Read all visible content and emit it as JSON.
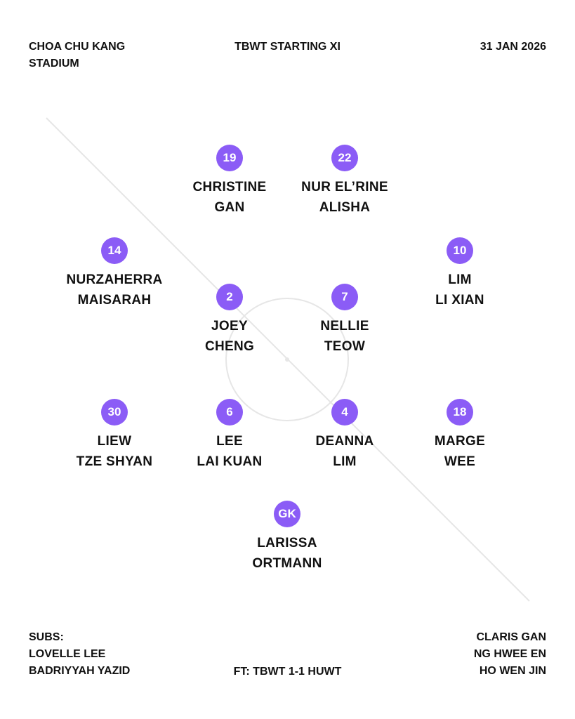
{
  "header": {
    "venue_line1": "CHOA CHU KANG",
    "venue_line2": "STADIUM",
    "title": "TBWT STARTING XI",
    "date": "31 JAN 2026"
  },
  "players": [
    {
      "number": "19",
      "first": "CHRISTINE",
      "last": "GAN"
    },
    {
      "number": "22",
      "first": "NUR EL’RINE",
      "last": "ALISHA"
    },
    {
      "number": "14",
      "first": "NURZAHERRA",
      "last": "MAISARAH"
    },
    {
      "number": "10",
      "first": "LIM",
      "last": "LI XIAN"
    },
    {
      "number": "2",
      "first": "JOEY",
      "last": "CHENG"
    },
    {
      "number": "7",
      "first": "NELLIE",
      "last": "TEOW"
    },
    {
      "number": "30",
      "first": "LIEW",
      "last": "TZE SHYAN"
    },
    {
      "number": "6",
      "first": "LEE",
      "last": "LAI KUAN"
    },
    {
      "number": "4",
      "first": "DEANNA",
      "last": "LIM"
    },
    {
      "number": "18",
      "first": "MARGE",
      "last": "WEE"
    },
    {
      "number": "GK",
      "first": "LARISSA",
      "last": "ORTMANN"
    }
  ],
  "footer": {
    "subs_label": "SUBS:",
    "subs_left": [
      "LOVELLE LEE",
      "BADRIYYAH YAZID"
    ],
    "subs_right": [
      "CLARIS GAN",
      "NG HWEE EN",
      "HO WEN JIN"
    ],
    "result": "FT: TBWT 1-1 HUWT"
  },
  "colors": {
    "accent": "#8b5cf6",
    "pitch_lines": "#e6e6e6"
  }
}
